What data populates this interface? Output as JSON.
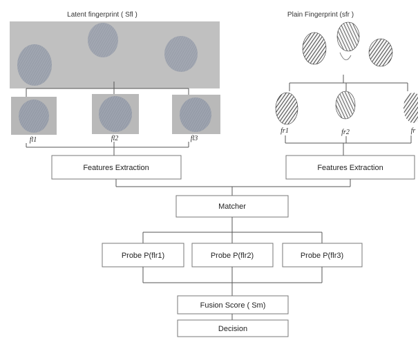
{
  "latent": {
    "title": "Latent fingerprint ( Sfl )",
    "sub_labels": [
      "fl1",
      "fl2",
      "fl3"
    ]
  },
  "plain": {
    "title": "Plain Fingerprint (sfr )",
    "sub_labels": [
      "fr1",
      "fr2",
      "fr"
    ]
  },
  "boxes": {
    "features_left": "Features Extraction",
    "features_right": "Features Extraction",
    "matcher": "Matcher",
    "probe1": "Probe P(flr1)",
    "probe2": "Probe P(flr2)",
    "probe3": "Probe P(flr3)",
    "fusion": "Fusion Score ( Sm)",
    "decision": "Decision"
  },
  "colors": {
    "latent_background": "#b9b9b9",
    "latent_print": "#8f96a4",
    "plain_ink": "#1a1a1a",
    "box_border": "#777777",
    "connector": "#555555"
  }
}
